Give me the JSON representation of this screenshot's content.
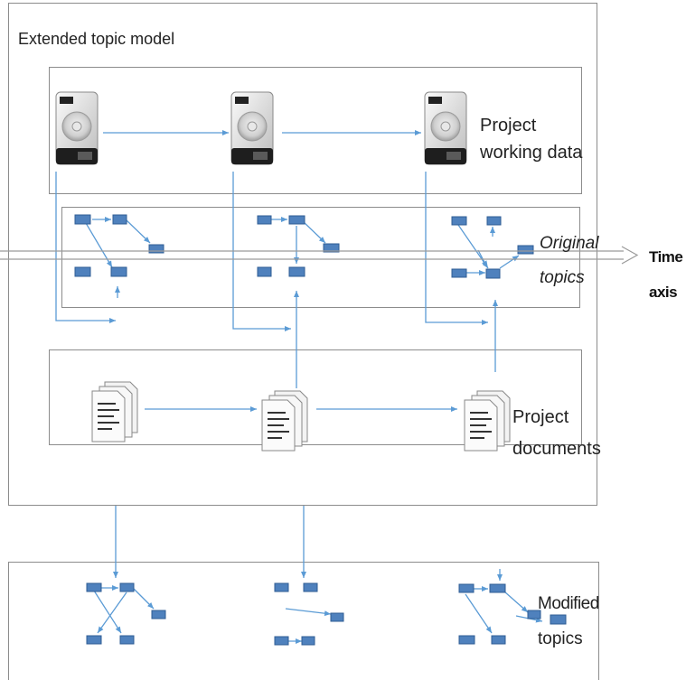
{
  "diagram": {
    "outer_label": "Extended topic model",
    "working_data_label_line1": "Project",
    "working_data_label_line2": "working data",
    "original_topics_line1": "Original",
    "original_topics_line2": "topics",
    "documents_label_line1": "Project",
    "documents_label_line2": "documents",
    "time_axis_line1": "Time",
    "time_axis_line2": "axis",
    "modified_topics_line1": "Modified",
    "modified_topics_line2": "topics",
    "colors": {
      "node_fill": "#4f81bd",
      "node_stroke": "#2f5d94",
      "arrow": "#5b9bd5",
      "frame": "#8c8c8c",
      "axis": "#9a9a9a"
    },
    "icons": [
      "hard-drive-icon",
      "document-stack-icon",
      "topic-node-icon"
    ]
  }
}
